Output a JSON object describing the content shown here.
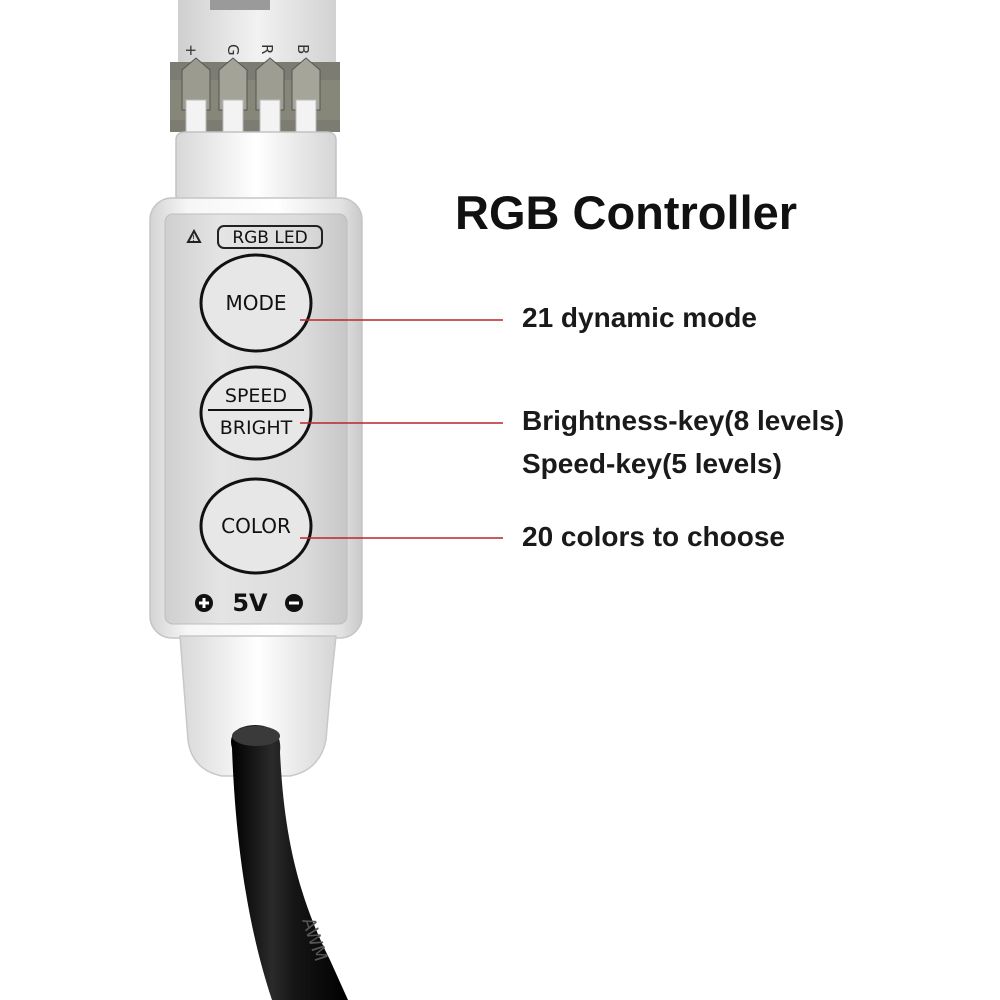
{
  "title": "RGB Controller",
  "device": {
    "badge": "RGB LED",
    "buttons": {
      "mode": "MODE",
      "speed": "SPEED",
      "bright": "BRIGHT",
      "color": "COLOR"
    },
    "voltage": "5V",
    "pins": [
      "+",
      "G",
      "R",
      "B"
    ],
    "cable_print": "AWM"
  },
  "callouts": {
    "mode": "21 dynamic mode",
    "brightness": "Brightness-key(8 levels)",
    "speed": "Speed-key(5 levels)",
    "color": "20 colors to choose"
  },
  "colors": {
    "leader_line": "#b9262b",
    "housing": "#ececec",
    "panel": "#dcdcdc",
    "cable": "#111111"
  }
}
